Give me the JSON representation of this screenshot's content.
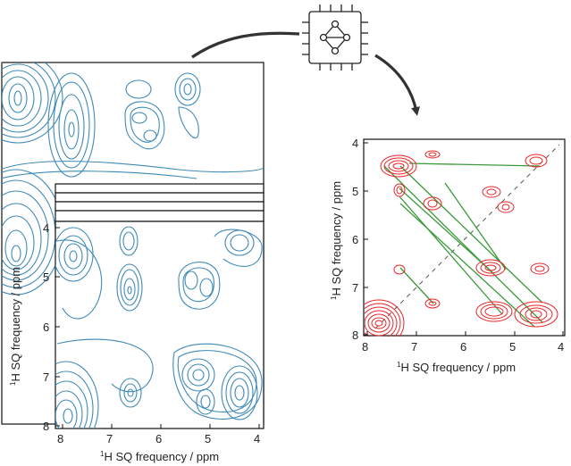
{
  "colors": {
    "blue_contour": "#3f8ab8",
    "red_contour": "#e8262a",
    "green_link": "#3a9a3a",
    "frame": "#111111"
  },
  "icons": {
    "processor": "chip-neural-network-icon",
    "flow": "curved-arrow"
  },
  "left_front_plot": {
    "x_tick_labels": [
      "8",
      "7",
      "6",
      "5",
      "4"
    ],
    "y_tick_labels": [
      "4",
      "5",
      "6",
      "7",
      "8"
    ],
    "x_label_prefix": "1",
    "x_label": "H SQ frequency / ppm",
    "y_label_prefix": "1",
    "y_label": "H SQ frequency / ppm"
  },
  "right_plot": {
    "x_tick_labels": [
      "8",
      "7",
      "6",
      "5",
      "4"
    ],
    "y_tick_labels": [
      "4",
      "5",
      "6",
      "7",
      "8"
    ],
    "x_label_prefix": "1",
    "x_label": "H SQ frequency / ppm",
    "y_label_prefix": "1",
    "y_label": "H SQ frequency / ppm"
  }
}
